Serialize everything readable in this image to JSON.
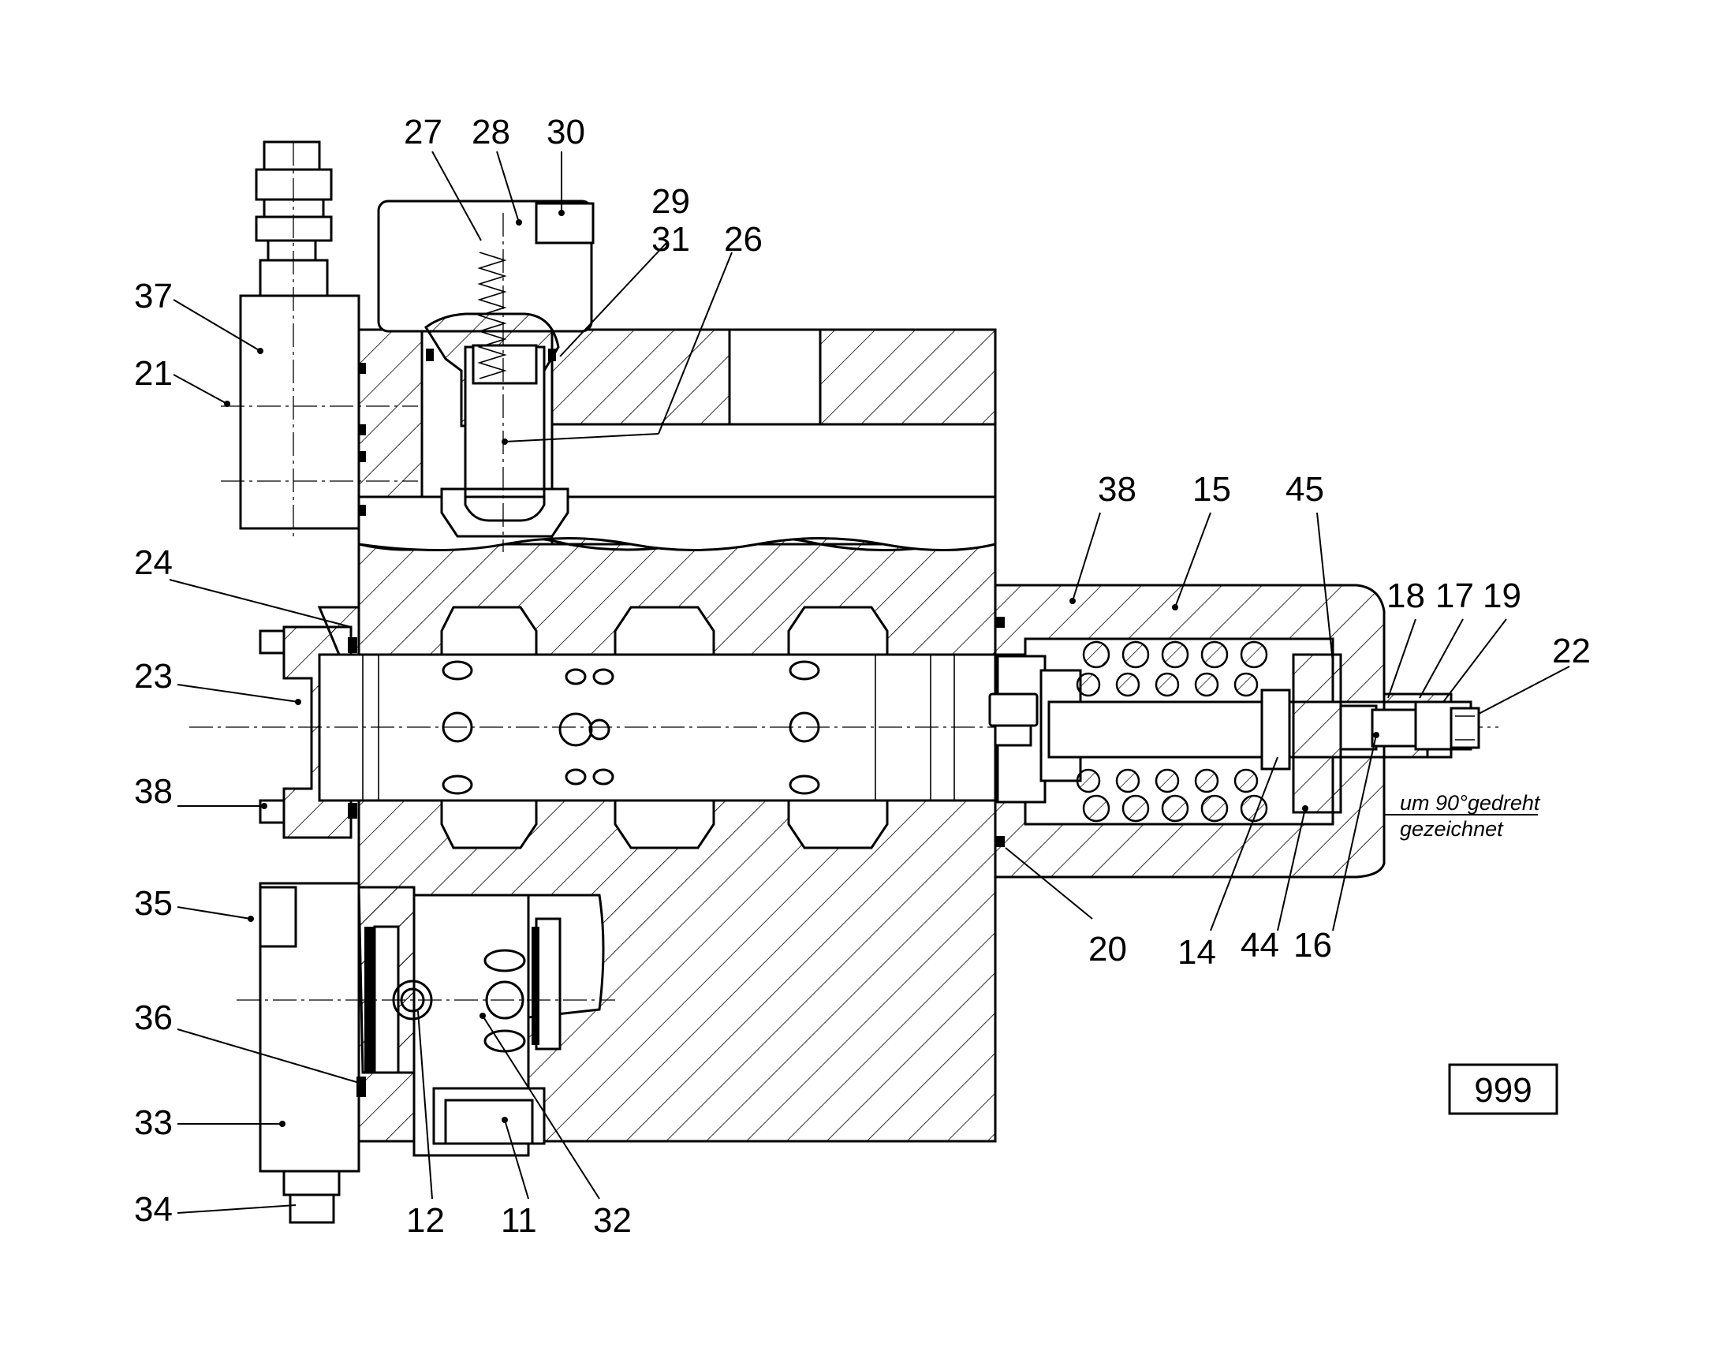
{
  "diagram": {
    "callouts_top": [
      "27",
      "28",
      "30",
      "29",
      "31",
      "26"
    ],
    "callouts_left": [
      "37",
      "21",
      "24",
      "23",
      "38",
      "35",
      "36",
      "33",
      "34"
    ],
    "callouts_bottom": [
      "12",
      "11",
      "32",
      "20",
      "14",
      "44",
      "16"
    ],
    "callouts_right": [
      "38",
      "15",
      "45",
      "18",
      "17",
      "19",
      "22"
    ],
    "note_line1": "um 90°gedreht",
    "note_line2": "gezeichnet",
    "reference_box": "999"
  }
}
